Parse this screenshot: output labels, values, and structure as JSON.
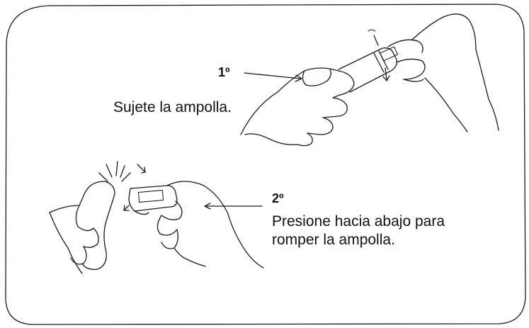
{
  "steps": [
    {
      "number": "1º",
      "text": "Sujete la ampolla."
    },
    {
      "number": "2º",
      "text_line1": "Presione hacia abajo para",
      "text_line2": "romper la ampolla."
    }
  ]
}
